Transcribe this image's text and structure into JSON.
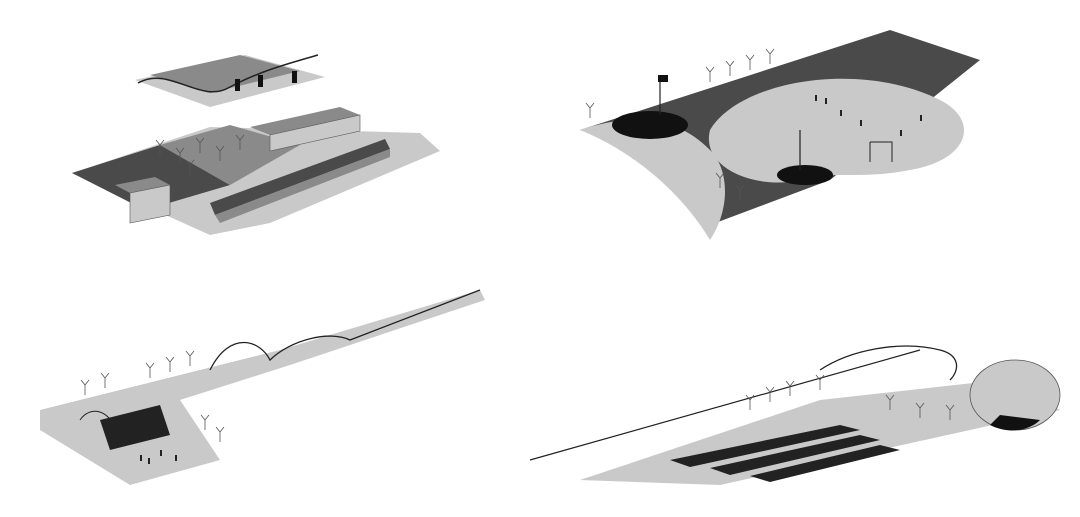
{
  "image": {
    "kind": "axonometric architectural drawings",
    "panels": [
      {
        "name": "panel-top-left-courtyard-buildings"
      },
      {
        "name": "panel-top-right-park-plaza"
      },
      {
        "name": "panel-bottom-left-long-building"
      },
      {
        "name": "panel-bottom-right-terraced-amphitheater"
      }
    ],
    "colors": {
      "background": "#ffffff",
      "light_ground": "#c9c9c9",
      "mid_ground": "#8a8a8a",
      "dark_ground": "#4a4a4a",
      "black": "#111111",
      "lines": "#333333"
    }
  }
}
